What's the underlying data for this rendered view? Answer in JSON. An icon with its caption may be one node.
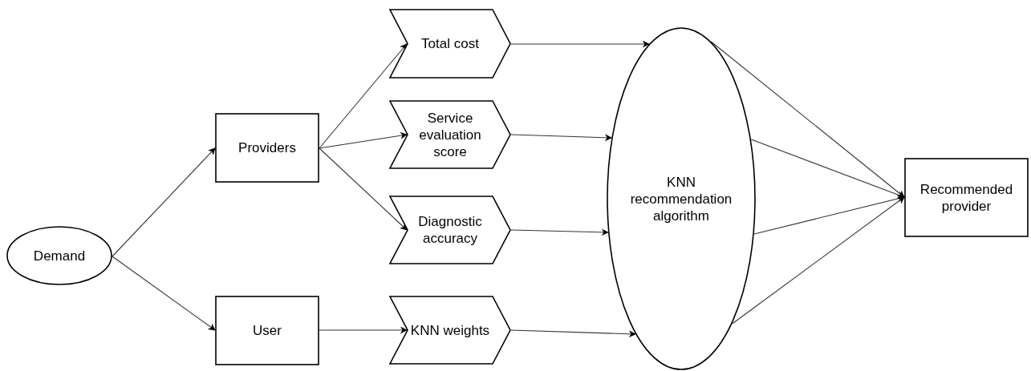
{
  "diagram": {
    "nodes": [
      {
        "text": [
          "Demand"
        ]
      },
      {
        "text": [
          "Providers"
        ]
      },
      {
        "text": [
          "User"
        ]
      },
      {
        "text": [
          "Total cost"
        ]
      },
      {
        "text": [
          "Service evaluation score"
        ]
      },
      {
        "text": [
          "Diagnostic accuracy"
        ]
      },
      {
        "text": [
          "KNN weights"
        ]
      },
      {
        "text": [
          "KNN recommendation algorithm"
        ]
      },
      {
        "text": [
          "Recommended provider"
        ]
      }
    ],
    "edges": [
      {
        "from": 0,
        "to": 1,
        "arrow": "to"
      },
      {
        "from": 0,
        "to": 2,
        "arrow": "to"
      },
      {
        "from": 1,
        "to": 3,
        "arrow": "to"
      },
      {
        "from": 1,
        "to": 4,
        "arrow": "to"
      },
      {
        "from": 1,
        "to": 5,
        "arrow": "to"
      },
      {
        "from": 2,
        "to": 6,
        "arrow": "to"
      },
      {
        "from": 3,
        "to": 7,
        "arrow": "to"
      },
      {
        "from": 4,
        "to": 7,
        "arrow": "to"
      },
      {
        "from": 5,
        "to": 7,
        "arrow": "to"
      },
      {
        "from": 6,
        "to": 7,
        "arrow": "to"
      },
      {
        "from": 7,
        "to": 8,
        "arrow": "to"
      },
      {
        "from": 7,
        "to": 8,
        "arrow": "to"
      },
      {
        "from": 7,
        "to": 8,
        "arrow": "to"
      },
      {
        "from": 7,
        "to": 8,
        "arrow": "to"
      }
    ]
  }
}
